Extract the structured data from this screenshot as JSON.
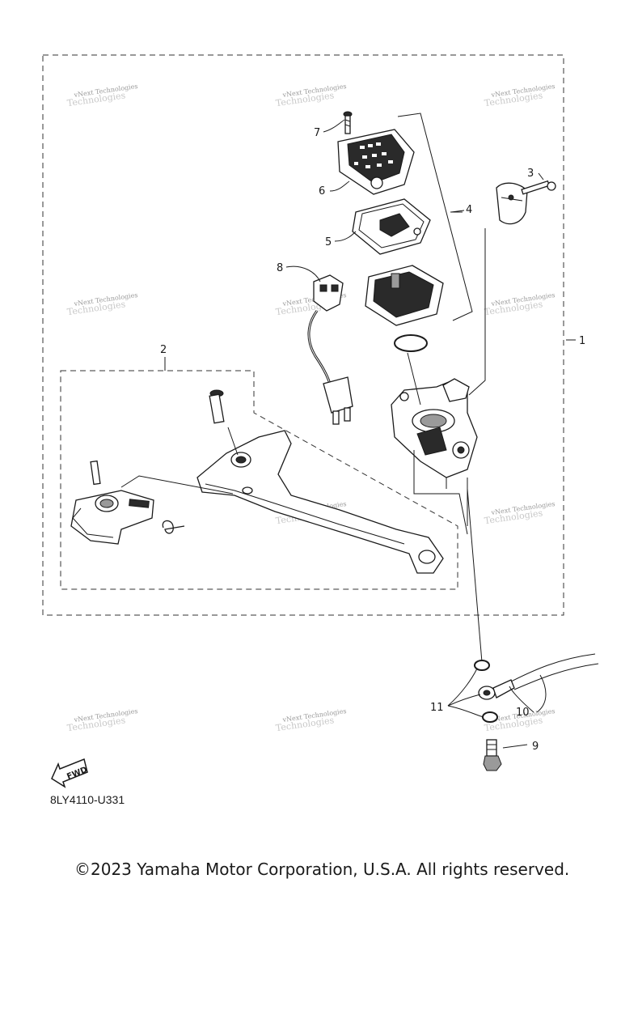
{
  "diagram": {
    "callouts": [
      "1",
      "2",
      "3",
      "4",
      "5",
      "6",
      "7",
      "8",
      "9",
      "10",
      "11"
    ],
    "watermark_text": "vNext Technologies",
    "fwd_label": "FWD",
    "diagram_code": "8LY4110-U331"
  },
  "footer": {
    "copyright": "©2023 Yamaha Motor Corporation, U.S.A. All rights reserved."
  }
}
